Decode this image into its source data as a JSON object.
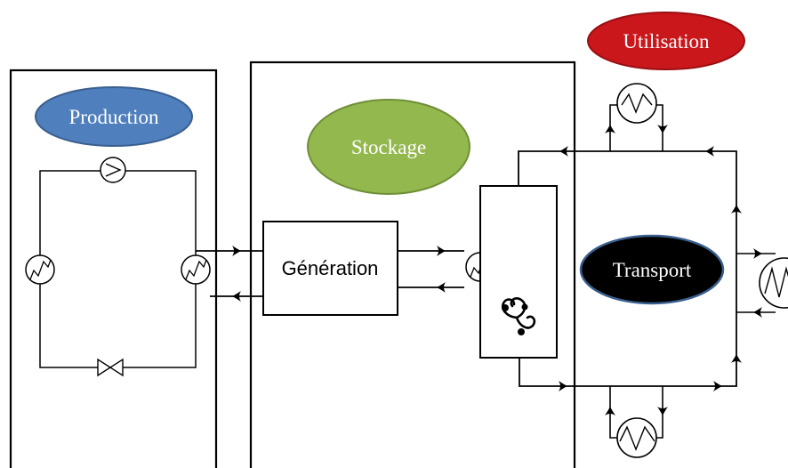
{
  "labels": {
    "production": "Production",
    "stockage": "Stockage",
    "utilisation": "Utilisation",
    "transport": "Transport",
    "generation": "Génération"
  },
  "colors": {
    "production_fill": "#4f7fbd",
    "production_stroke": "#3a5f8f",
    "stockage_fill": "#93b84e",
    "stockage_stroke": "#6f8f37",
    "utilisation_fill": "#c9171c",
    "utilisation_stroke": "#9a0f12",
    "transport_fill": "#000000",
    "transport_stroke": "#3a5f8f",
    "line": "#000000",
    "ellipse_text": "#ffffff"
  },
  "icons": {
    "pump": "pump-icon",
    "heat_exchanger": "heat-exchanger-icon",
    "expansion_valve": "expansion-valve-icon",
    "spiral_storage": "triskelion-icon",
    "radiator": "radiator-icon",
    "flow_arrow": "flow-arrow-icon"
  }
}
